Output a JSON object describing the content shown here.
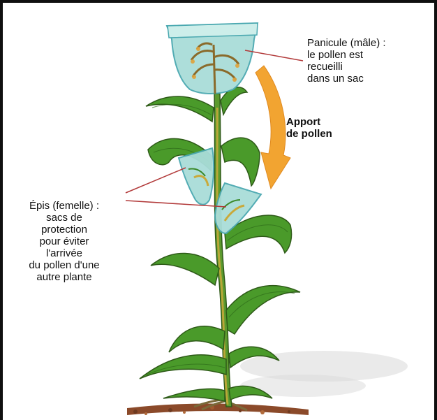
{
  "labels": {
    "male": {
      "lines": [
        "Panicule (mâle) :",
        "le pollen est",
        "recueilli",
        "dans un sac"
      ]
    },
    "female": {
      "lines": [
        "Épis (femelle) :",
        "sacs de",
        "protection",
        "pour éviter",
        "l'arrivée",
        "du pollen d'une",
        "autre plante"
      ]
    },
    "pollen_flow": {
      "lines": [
        "Apport",
        "de pollen"
      ]
    }
  },
  "colors": {
    "leaf": "#4a9a2a",
    "leaf_dark": "#2e6b1a",
    "stalk": "#5c9a2e",
    "stalk_yellow": "#c9a93a",
    "bag": "#a9ddd9",
    "bag_edge": "#4aa8b0",
    "arrow": "#f2a431",
    "leader": "#b23a3a",
    "soil": "#8b4a2a"
  }
}
